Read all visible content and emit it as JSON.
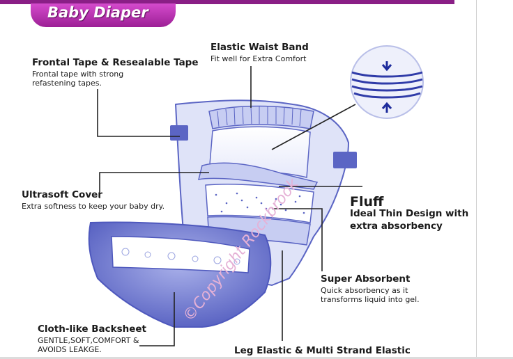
{
  "banner": {
    "title": "Baby Diaper"
  },
  "labels": {
    "frontal_tape": {
      "title": "Frontal Tape & Resealable Tape",
      "desc": [
        "Frontal tape with strong",
        "refastening tapes."
      ]
    },
    "waist_band": {
      "title": "Elastic Waist Band",
      "desc": "Fit well for Extra Comfort"
    },
    "ultrasoft": {
      "title": "Ultrasoft Cover",
      "desc": "Extra softness to keep your baby dry."
    },
    "fluff": {
      "title": "Fluff",
      "desc": [
        "Ideal Thin Design with",
        "extra absorbency"
      ]
    },
    "super_absorbent": {
      "title": "Super Absorbent",
      "desc": [
        "Quick absorbency as it",
        "transforms liquid into gel."
      ]
    },
    "backsheet": {
      "title": "Cloth-like Backsheet",
      "desc": [
        "GENTLE,SOFT,COMFORT &",
        "AVOIDS LEAKGE."
      ]
    },
    "leg_elastic": {
      "title": "Leg Elastic & Multi Strand Elastic"
    }
  },
  "watermark": "©Copyright Rockbrook",
  "colors": {
    "diaper_blue": "#5b65c4",
    "light_blue": "#dfe3f8",
    "banner": "#b62eaf",
    "line": "#222222"
  }
}
